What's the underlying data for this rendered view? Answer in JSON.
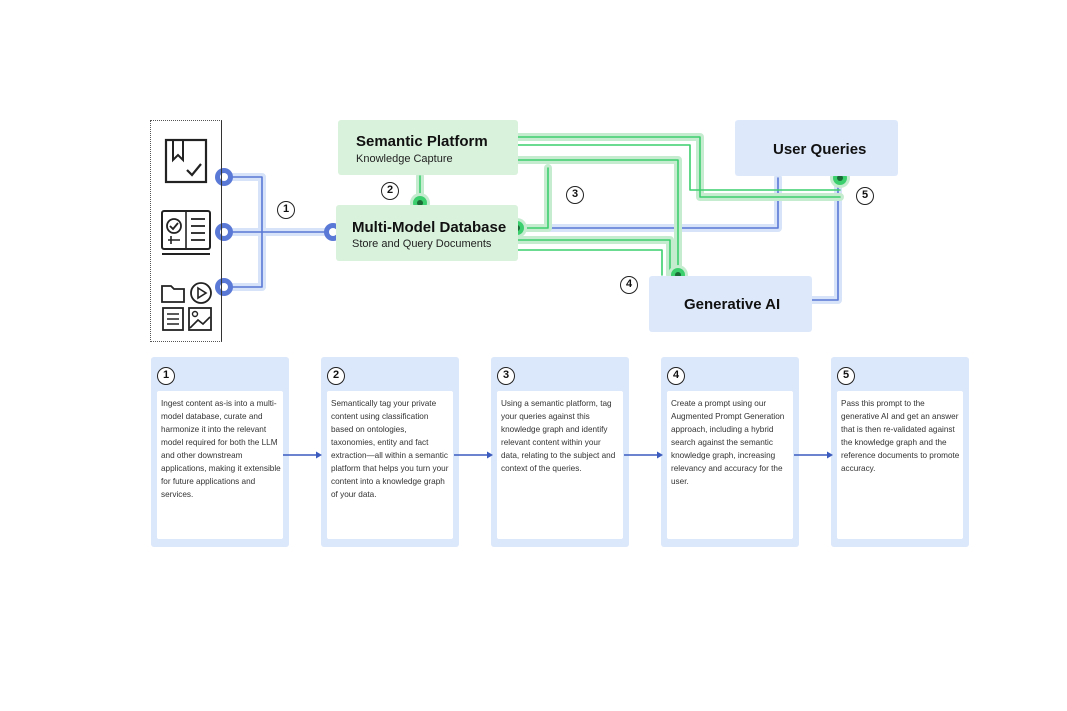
{
  "diagram": {
    "semantic_platform": {
      "title": "Semantic Platform",
      "subtitle": "Knowledge Capture"
    },
    "multi_model_db": {
      "title": "Multi-Model Database",
      "subtitle": "Store and Query Documents"
    },
    "user_queries": {
      "title": "User Queries"
    },
    "generative_ai": {
      "title": "Generative AI"
    },
    "badges": [
      "1",
      "2",
      "3",
      "4",
      "5"
    ],
    "sources": [
      {
        "icon": "bookmark-document-icon"
      },
      {
        "icon": "checklist-document-icon"
      },
      {
        "icon": "media-files-icon"
      }
    ],
    "colors": {
      "green": "#3ccf6e",
      "blue": "#5a78d6",
      "green_box": "#d9f2dc",
      "blue_box": "#dde9fb"
    }
  },
  "steps": [
    {
      "num": "1",
      "text": "Ingest content as-is into a multi-model database, curate and harmonize it into the relevant model required for both the LLM and other downstream applications, making it extensible for future applications and services."
    },
    {
      "num": "2",
      "text": "Semantically tag your private content using classification based on ontologies, taxonomies, entity and fact extraction—all within a semantic platform that helps you turn your content into a knowledge graph of your data."
    },
    {
      "num": "3",
      "text": "Using a semantic platform, tag your queries against this knowledge graph and identify relevant content within your data, relating to the subject and context of the queries."
    },
    {
      "num": "4",
      "text": "Create a prompt using our Augmented Prompt Generation approach, including a hybrid search against the semantic knowledge graph, increasing relevancy and accuracy for the user."
    },
    {
      "num": "5",
      "text": "Pass this prompt to the generative AI and get an answer that is then re-validated against the knowledge graph and the reference documents to promote accuracy."
    }
  ]
}
